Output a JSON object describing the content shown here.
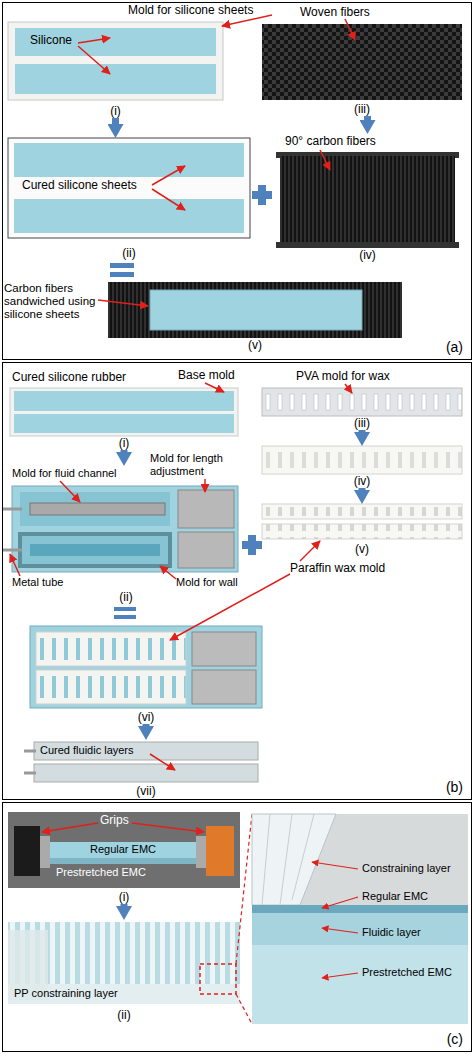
{
  "diagram": {
    "nodes": [
      {
        "text": [
          "(a)"
        ]
      },
      {
        "text": [
          "(i)"
        ],
        "in": 0
      },
      {
        "text": [
          "(iii)"
        ],
        "in": 0
      },
      {
        "text": [
          "(ii)"
        ],
        "in": 0
      },
      {
        "text": [
          "(iv)"
        ],
        "in": 0
      },
      {
        "text": [
          "(v)"
        ],
        "in": 0
      },
      {
        "text": [
          "(b)"
        ]
      },
      {
        "text": [
          "(i)"
        ],
        "in": 6
      },
      {
        "text": [
          "(iii)"
        ],
        "in": 6
      },
      {
        "text": [
          "(iv)"
        ],
        "in": 6
      },
      {
        "text": [
          "(ii)"
        ],
        "in": 6
      },
      {
        "text": [
          "(v)"
        ],
        "in": 6
      },
      {
        "text": [
          "(vi)"
        ],
        "in": 6
      },
      {
        "text": [
          "(vii)"
        ],
        "in": 6
      },
      {
        "text": [
          "(c)"
        ]
      },
      {
        "text": [
          "(i)"
        ],
        "in": 14
      },
      {
        "text": [
          "(ii)"
        ],
        "in": 14
      }
    ],
    "edges": [
      {
        "from": 1,
        "to": 3,
        "arrow": "to"
      },
      {
        "from": 2,
        "to": 4,
        "arrow": "to"
      },
      {
        "from": 7,
        "to": 10,
        "arrow": "to"
      },
      {
        "from": 8,
        "to": 9,
        "arrow": "to"
      },
      {
        "from": 9,
        "to": 11,
        "arrow": "to"
      },
      {
        "from": 12,
        "to": 13,
        "arrow": "to"
      },
      {
        "from": 15,
        "to": 16,
        "arrow": "to"
      }
    ],
    "labels": [
      "Mold for silicone sheets",
      "Silicone",
      "Woven fibers",
      "Cured silicone sheets",
      "90° carbon fibers",
      "Carbon fibers sandwiched using silicone sheets",
      "Cured silicone rubber",
      "Base mold",
      "PVA mold for wax",
      "Mold for fluid channel",
      "Mold for length adjustment",
      "Mold for wall",
      "Metal tube",
      "Paraffin wax mold",
      "Cured fluidic layers",
      "Grips",
      "Regular EMC",
      "Prestretched EMC",
      "PP constraining layer",
      "Constraining layer",
      "Regular EMC",
      "Fluidic layer",
      "Prestretched EMC"
    ]
  }
}
